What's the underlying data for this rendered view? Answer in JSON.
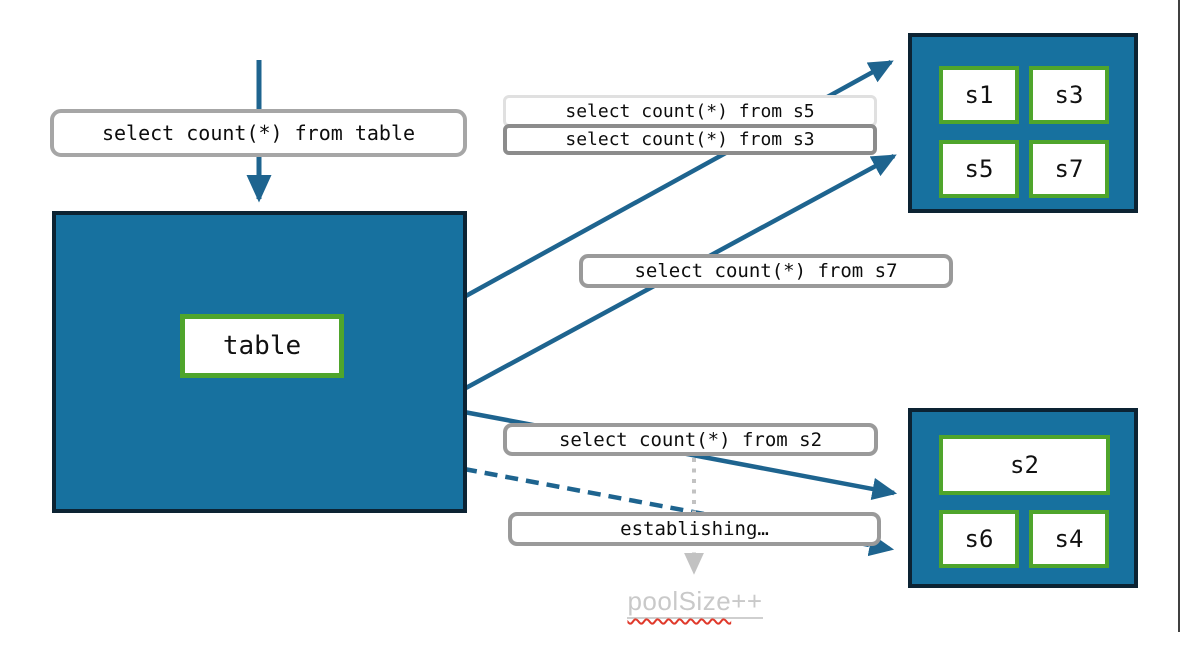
{
  "diagram": {
    "description": "Sharded query fan-out diagram: a query on table is split into per-shard count queries across two shard hosts",
    "table_node": {
      "label": "table"
    },
    "queries": {
      "from_table": "select count(*) from table",
      "from_s5": "select count(*) from s5",
      "from_s3": "select count(*) from s3",
      "from_s7": "select count(*) from s7",
      "from_s2": "select count(*) from s2",
      "establishing": "establishing…"
    },
    "pool_note": {
      "word": "poolSize",
      "suffix": "++"
    },
    "shards": {
      "top": [
        "s1",
        "s3",
        "s5",
        "s7"
      ],
      "bottom": [
        "s2",
        "s6",
        "s4"
      ]
    },
    "colors": {
      "node_fill": "#17719f",
      "node_border": "#0c2333",
      "shard_border": "#4fa52c",
      "arrow": "#1e648f",
      "label_border": "#9a9a9a",
      "label_border_light": "#e0e0e0",
      "label_border_dark": "#8c8c8c",
      "pool_text": "#c9c9c9",
      "dotted_arrow": "#c2c2c2",
      "spellcheck_squiggle": "#e0392b"
    }
  }
}
